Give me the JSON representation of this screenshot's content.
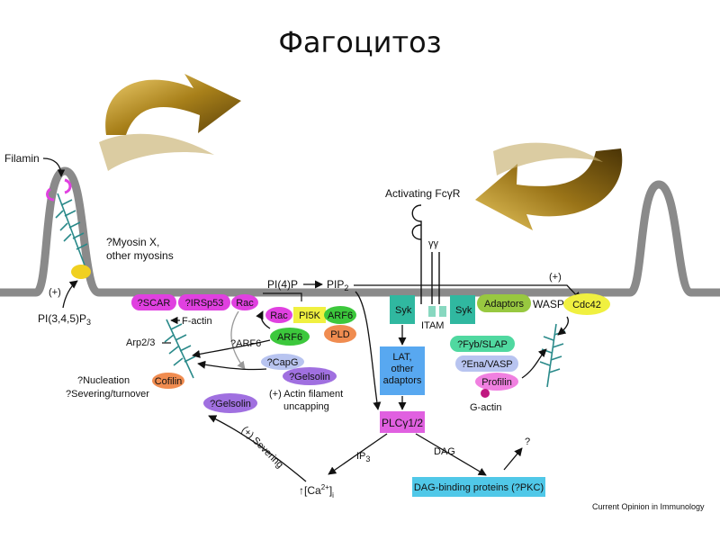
{
  "title": "Фагоцитоз",
  "labels": {
    "filamin": "Filamin",
    "myosin_line1": "?Myosin X,",
    "myosin_line2": "other myosins",
    "plus_left": "(+)",
    "pip3_base": "PI(3,4,5)P",
    "pip3_sub": "3",
    "pi4p": "PI(4)P",
    "pip2_base": "PIP",
    "pip2_sub": "2",
    "activating_base": "Activating Fc",
    "activating_greek": "γ",
    "activating_end": "R",
    "gamma_gamma": "γγ",
    "itam": "ITAM",
    "plus_right": "(+)",
    "factin": "F-actin",
    "arp23": "Arp2/3",
    "arf6_q": "?ARF6",
    "nucleation": "?Nucleation",
    "severing_turnover": "?Severing/turnover",
    "actin_uncap1": "(+) Actin filament",
    "actin_uncap2": "uncapping",
    "severing": "(+) Severing",
    "ip3_base": "IP",
    "ip3_sub": "3",
    "dag": "DAG",
    "question": "?",
    "ca_arrow": "↑",
    "ca_base": "[Ca",
    "ca_sup": "2+",
    "ca_close": "]",
    "ca_sub": "i",
    "gactin": "G-actin",
    "credit": "Current Opinion in Immunology"
  },
  "nodes": {
    "scar": "?SCAR",
    "irsp53": "?IRSp53",
    "rac_top": "Rac",
    "rac_mid": "Rac",
    "pi5k": "PI5K",
    "arf6_a": "ARF6",
    "arf6_b": "ARF6",
    "pld": "PLD",
    "capg": "?CapG",
    "gelsolin_mid": "?Gelsolin",
    "gelsolin_left": "?Gelsolin",
    "cofilin": "Cofilin",
    "syk_left": "Syk",
    "syk_right": "Syk",
    "lat_line1": "LAT,",
    "lat_line2": "other",
    "lat_line3": "adaptors",
    "plc_base": "PLC",
    "plc_greek": "γ",
    "plc_end": "1/2",
    "adaptors": "Adaptors",
    "wasp": "WASP",
    "cdc42": "Cdc42",
    "fyb": "?Fyb/SLAP",
    "ena": "?Ena/VASP",
    "profilin": "Profilin",
    "dag_binding": "DAG-binding proteins (?PKC)"
  },
  "colors": {
    "membrane": "#8a8a8a",
    "magenta": "#e040e0",
    "green": "#3cc83c",
    "orange": "#f08c50",
    "purple": "#a070e0",
    "lavender": "#b8c4f0",
    "teal": "#30b8a0",
    "lime": "#98c840",
    "yellow": "#f0f040",
    "blue": "#58a8f0",
    "cyan": "#50c8e8",
    "pink": "#f080e0",
    "arrow_gold": "#8a6a10"
  }
}
